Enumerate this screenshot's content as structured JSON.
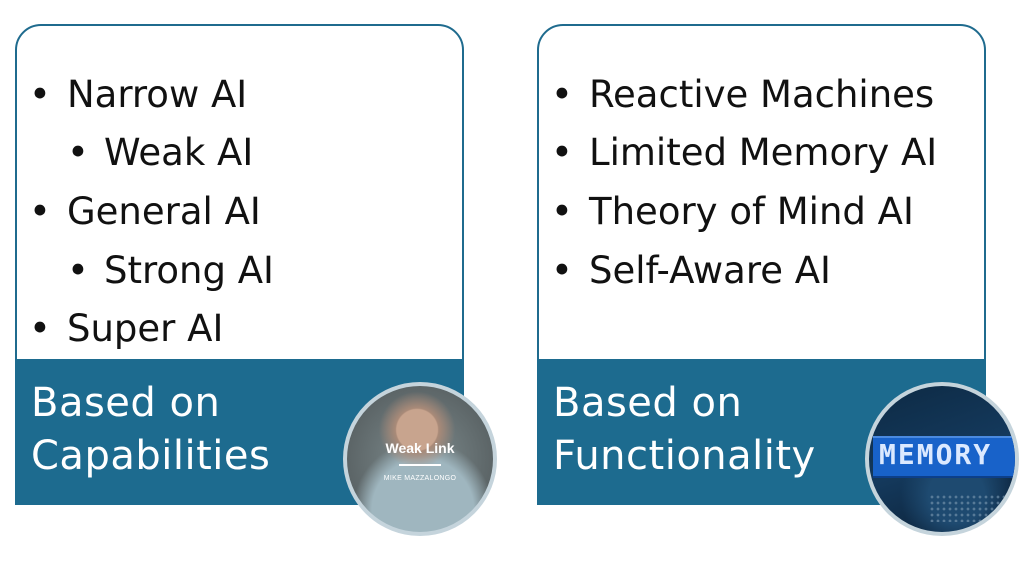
{
  "left_card": {
    "items": [
      {
        "label": "Narrow AI",
        "level": 0
      },
      {
        "label": "Weak AI",
        "level": 1
      },
      {
        "label": "General AI",
        "level": 0
      },
      {
        "label": "Strong AI",
        "level": 1
      },
      {
        "label": "Super AI",
        "level": 0
      }
    ],
    "footer_line1": "Based on",
    "footer_line2": "Capabilities",
    "badge_title": "Weak Link",
    "badge_subtitle": "MIKE MAZZALONGO"
  },
  "right_card": {
    "items": [
      {
        "label": "Reactive Machines",
        "level": 0
      },
      {
        "label": "Limited Memory AI",
        "level": 0
      },
      {
        "label": "Theory of Mind AI",
        "level": 0
      },
      {
        "label": "Self-Aware AI",
        "level": 0
      }
    ],
    "footer_line1": "Based on",
    "footer_line2": "Functionality",
    "badge_text": "MEMORY"
  },
  "bullet_glyph": "•",
  "colors": {
    "accent": "#1d6b8f",
    "border": "#1f6b8e",
    "text": "#111111"
  }
}
